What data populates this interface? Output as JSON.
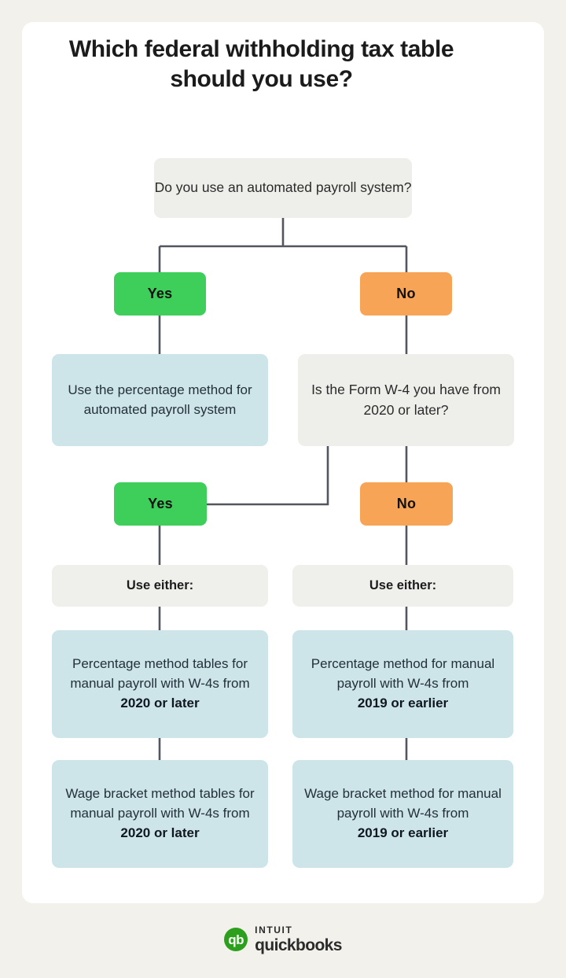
{
  "page": {
    "background_color": "#f2f1ec",
    "card_color": "#ffffff",
    "title": "Which federal withholding tax table should you use?"
  },
  "colors": {
    "yes_green": "#3ecf5b",
    "no_orange": "#f8a456",
    "result_blue": "#cde5e9",
    "question_gray": "#eeeeea",
    "connector": "#52565f",
    "brand_green": "#2ca01c"
  },
  "flowchart": {
    "type": "decision-tree",
    "root_question": "Do you use an automated payroll system?",
    "branch1_yes_label": "Yes",
    "branch1_no_label": "No",
    "yes_result": "Use the percentage method for automated payroll system",
    "no_question": "Is the Form W-4 you have from 2020 or later?",
    "branch2_yes_label": "Yes",
    "branch2_no_label": "No",
    "use_either_left": "Use either:",
    "use_either_right": "Use either:",
    "left_option_1_plain": "Percentage method tables for manual payroll with W-4s from ",
    "left_option_1_bold": "2020 or later",
    "left_option_2_plain": "Wage bracket method tables for manual payroll with W-4s from ",
    "left_option_2_bold": "2020 or later",
    "right_option_1_plain": "Percentage method for manual payroll with W-4s from ",
    "right_option_1_bold": "2019 or earlier",
    "right_option_2_plain": "Wage bracket method for manual payroll with W-4s from ",
    "right_option_2_bold": "2019 or earlier"
  },
  "logo": {
    "mark": "qb",
    "intuit": "INTUIT",
    "quickbooks": "quickbooks"
  }
}
